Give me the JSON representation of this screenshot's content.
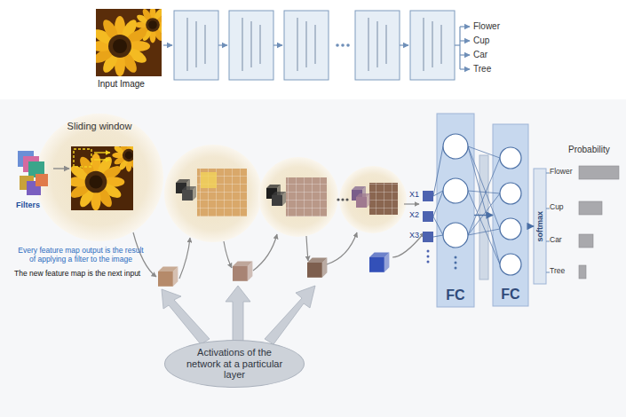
{
  "diagram": {
    "nodes": [
      {
        "text": [
          "Sliding window"
        ]
      },
      {
        "text": [
          "FC"
        ]
      },
      {
        "text": [
          "FC"
        ]
      },
      {
        "text": [
          "softmax"
        ]
      },
      {
        "text": [
          "Activations of the network at a particular layer"
        ]
      }
    ],
    "edges": [
      {
        "from": 1,
        "to": 2,
        "arrow": "to"
      },
      {
        "from": 2,
        "to": 3,
        "arrow": "to"
      }
    ],
    "labels": [
      "Input Image",
      "Flower",
      "Cup",
      "Car",
      "Tree",
      "Filters",
      "Every feature map output is the result of applying a filter to the image",
      "The new feature map is the next input",
      "X1",
      "X2",
      "X3",
      "Probability",
      "Flower",
      "Cup",
      "Car",
      "Tree"
    ]
  }
}
